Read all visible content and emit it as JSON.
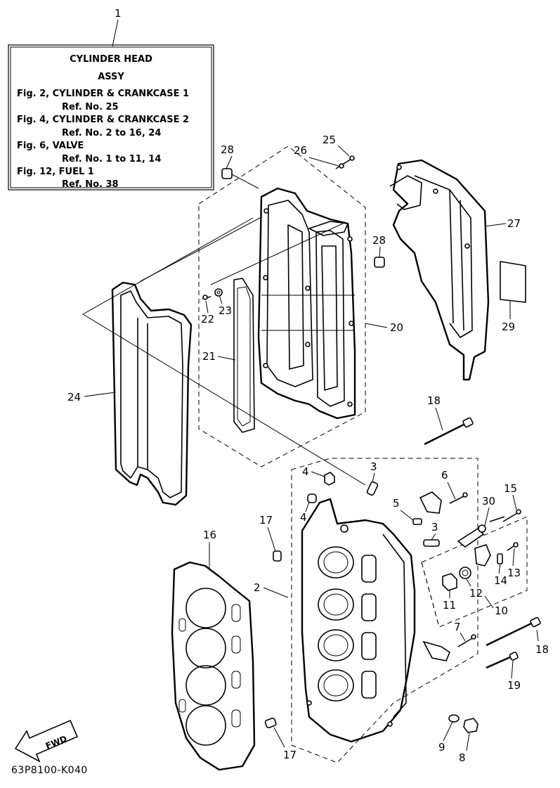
{
  "info_box": {
    "ref": "1",
    "lines": [
      "CYLINDER HEAD",
      "ASSY",
      "Fig. 2, CYLINDER & CRANKCASE 1",
      "Ref. No. 25",
      "Fig. 4, CYLINDER & CRANKCASE 2",
      "Ref. No. 2 to 16, 24",
      "Fig. 6, VALVE",
      "Ref. No. 1 to 11, 14",
      "Fig. 12, FUEL 1",
      "Ref. No. 38"
    ]
  },
  "fwd_label": "FWD",
  "drawing_code": "63P8100-K040",
  "callouts": [
    "2",
    "3",
    "3",
    "4",
    "4",
    "5",
    "6",
    "7",
    "8",
    "9",
    "10",
    "11",
    "12",
    "13",
    "14",
    "15",
    "16",
    "17",
    "17",
    "18",
    "18",
    "19",
    "20",
    "21",
    "22",
    "23",
    "24",
    "25",
    "26",
    "27",
    "28",
    "28",
    "29",
    "30"
  ]
}
